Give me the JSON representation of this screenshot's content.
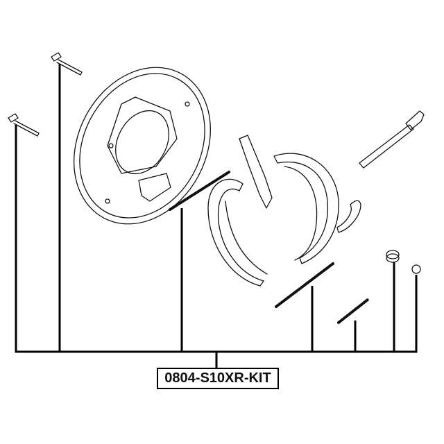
{
  "diagram": {
    "kit_label": "0804-S10XR-KIT",
    "line_color": "#000000",
    "parts": [
      "bolt-upper",
      "bolt-lower",
      "backing-plate",
      "adjuster-spring",
      "brake-shoe-front",
      "parking-lever",
      "brake-shoe-rear",
      "strut-bar",
      "adjuster-lever",
      "return-spring",
      "adjuster-spring-small",
      "hold-down-spring",
      "retainer-clip"
    ]
  }
}
